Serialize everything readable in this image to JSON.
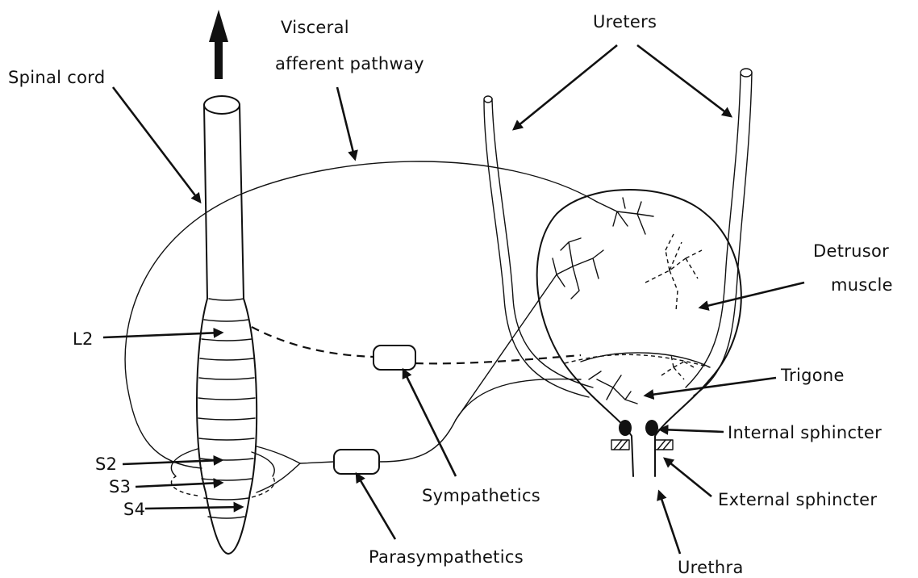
{
  "labels": {
    "spinal_cord": "Spinal cord",
    "visceral_line1": "Visceral",
    "visceral_line2": "afferent pathway",
    "ureters": "Ureters",
    "detrusor_line1": "Detrusor",
    "detrusor_line2": "muscle",
    "trigone": "Trigone",
    "internal_sphincter": "Internal sphincter",
    "external_sphincter": "External sphincter",
    "urethra": "Urethra",
    "sympathetics": "Sympathetics",
    "parasympathetics": "Parasympathetics",
    "l2": "L2",
    "s2": "S2",
    "s3": "S3",
    "s4": "S4"
  },
  "colors": {
    "ink": "#111111",
    "background": "#ffffff"
  }
}
